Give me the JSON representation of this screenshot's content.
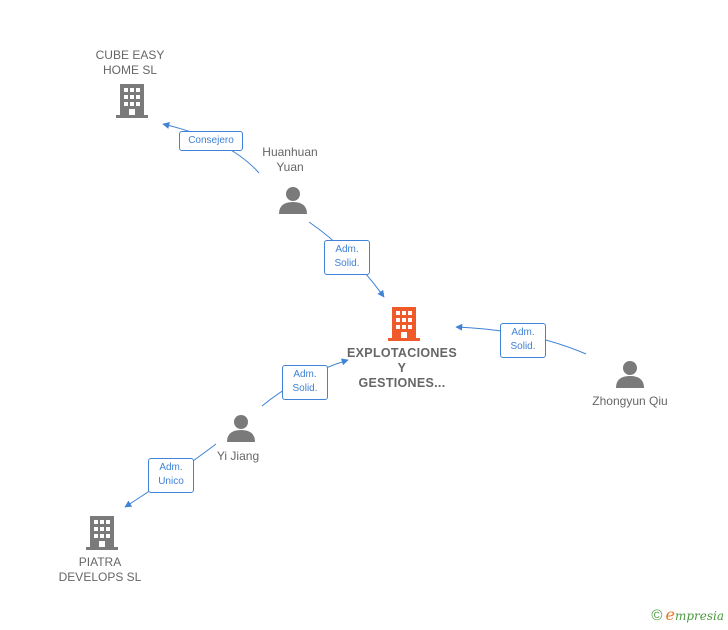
{
  "nodes": {
    "cube": {
      "label": "CUBE EASY\nHOME  SL",
      "type": "company",
      "color": "#7a7a7a"
    },
    "huanhuan": {
      "label": "Huanhuan\nYuan",
      "type": "person",
      "color": "#7a7a7a"
    },
    "main": {
      "label": "EXPLOTACIONES\nY\nGESTIONES...",
      "type": "company",
      "color": "#f05a2a"
    },
    "zhongyun": {
      "label": "Zhongyun Qiu",
      "type": "person",
      "color": "#7a7a7a"
    },
    "yijiang": {
      "label": "Yi Jiang",
      "type": "person",
      "color": "#7a7a7a"
    },
    "piatra": {
      "label": "PIATRA\nDEVELOPS SL",
      "type": "company",
      "color": "#7a7a7a"
    }
  },
  "edges": {
    "consejero": {
      "label": "Consejero"
    },
    "adm_solid_1": {
      "label": "Adm.\nSolid."
    },
    "adm_solid_2": {
      "label": "Adm.\nSolid."
    },
    "adm_solid_3": {
      "label": "Adm.\nSolid."
    },
    "adm_unico": {
      "label": "Adm.\nUnico"
    }
  },
  "colors": {
    "edge": "#3f82d6",
    "main_company": "#f05a2a",
    "node": "#7a7a7a"
  },
  "footer": {
    "copyright": "©",
    "brand_e": "e",
    "brand_rest": "mpresia"
  }
}
